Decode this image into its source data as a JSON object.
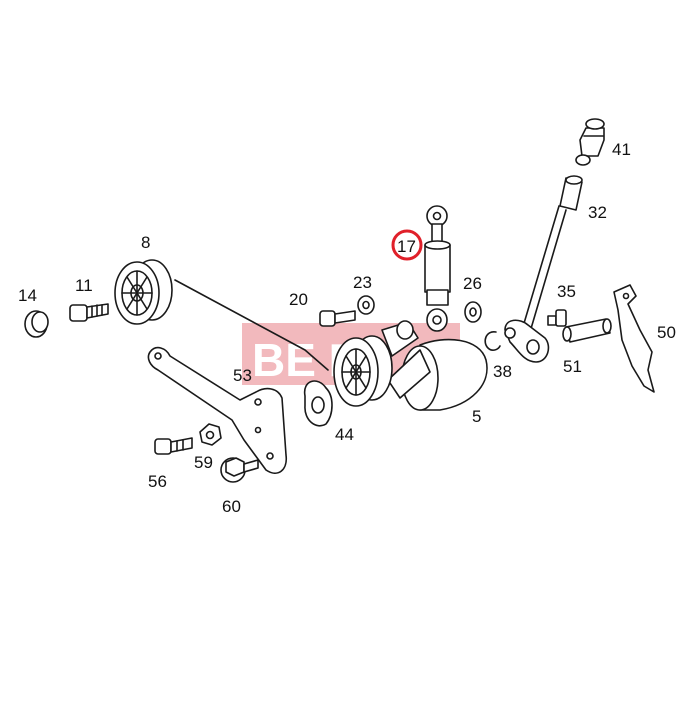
{
  "diagram": {
    "highlight_color": "#e0202a",
    "watermark_color": "#f2b9bd",
    "watermark_text": "BE  F",
    "highlighted_part": "17",
    "labels": {
      "p41": "41",
      "p32": "32",
      "p17": "17",
      "p8": "8",
      "p14": "14",
      "p11": "11",
      "p23": "23",
      "p20": "20",
      "p26": "26",
      "p35": "35",
      "p50": "50",
      "p53": "53",
      "p38": "38",
      "p51": "51",
      "p44": "44",
      "p5": "5",
      "p56": "56",
      "p59": "59",
      "p60": "60"
    }
  }
}
